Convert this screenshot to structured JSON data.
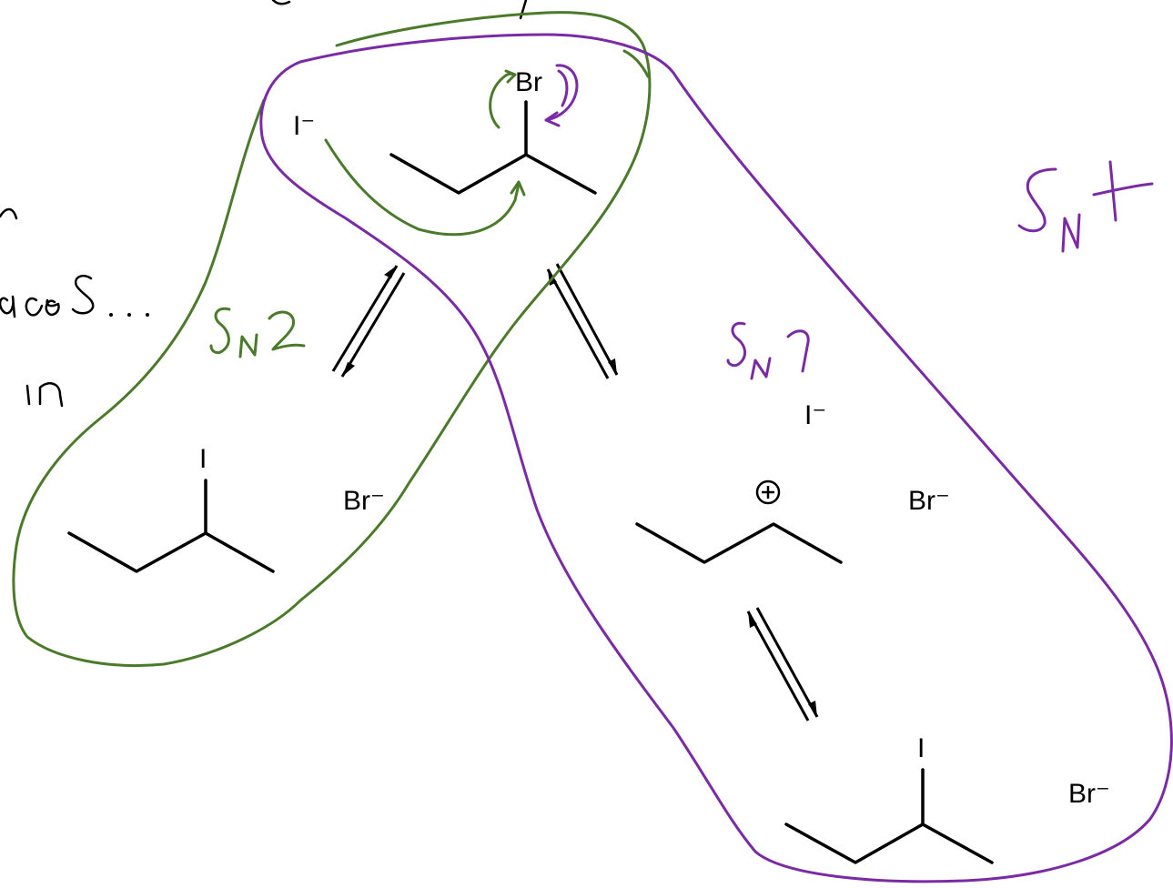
{
  "reactant": {
    "nucleophile": "I⁻",
    "leaving_group": "Br"
  },
  "sn2_product": {
    "substituent": "I",
    "counter_ion": "Br⁻"
  },
  "sn1_intermediate": {
    "nucleophile": "I⁻",
    "cation_symbol": "⊕",
    "counter_ion": "Br⁻"
  },
  "sn1_product": {
    "substituent": "I",
    "counter_ion": "Br⁻"
  },
  "handwritten_labels": [
    "SN2",
    "SN1",
    "SN+"
  ],
  "colors": {
    "sn2": "#4a7a2a",
    "sn1": "#7b2aa6",
    "bonds": "#000000",
    "background": "#ffffff"
  }
}
